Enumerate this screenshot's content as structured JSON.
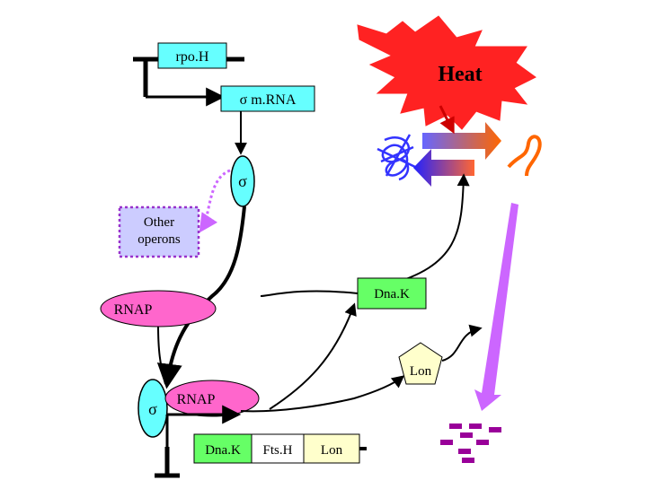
{
  "diagram": {
    "labels": {
      "rpoh_gene": "rpo.H",
      "heat": "Heat",
      "sigma_mrna": "σ m.RNA",
      "sigma_protein": "σ",
      "other_operons_line1": "Other",
      "other_operons_line2": "operons",
      "dnak_protein": "Dna.K",
      "rnap_free": "RNAP",
      "lon_protein": "Lon",
      "holo_sigma": "σ",
      "holo_rnap": "RNAP",
      "operon_gene_1": "Dna.K",
      "operon_gene_2": "Fts.H",
      "operon_gene_3": "Lon"
    },
    "colors": {
      "cyan_box": "#66ffff",
      "pink_ellipse": "#ff66cc",
      "green_box": "#66ff66",
      "yellow_pentagon": "#ffffcc",
      "lavender_box": "#ccccff",
      "burst_red": "#ff2222",
      "violet": "#cc66ff",
      "magenta_pieces": "#990099",
      "orange": "#ff6600",
      "blue": "#3333ff"
    }
  }
}
